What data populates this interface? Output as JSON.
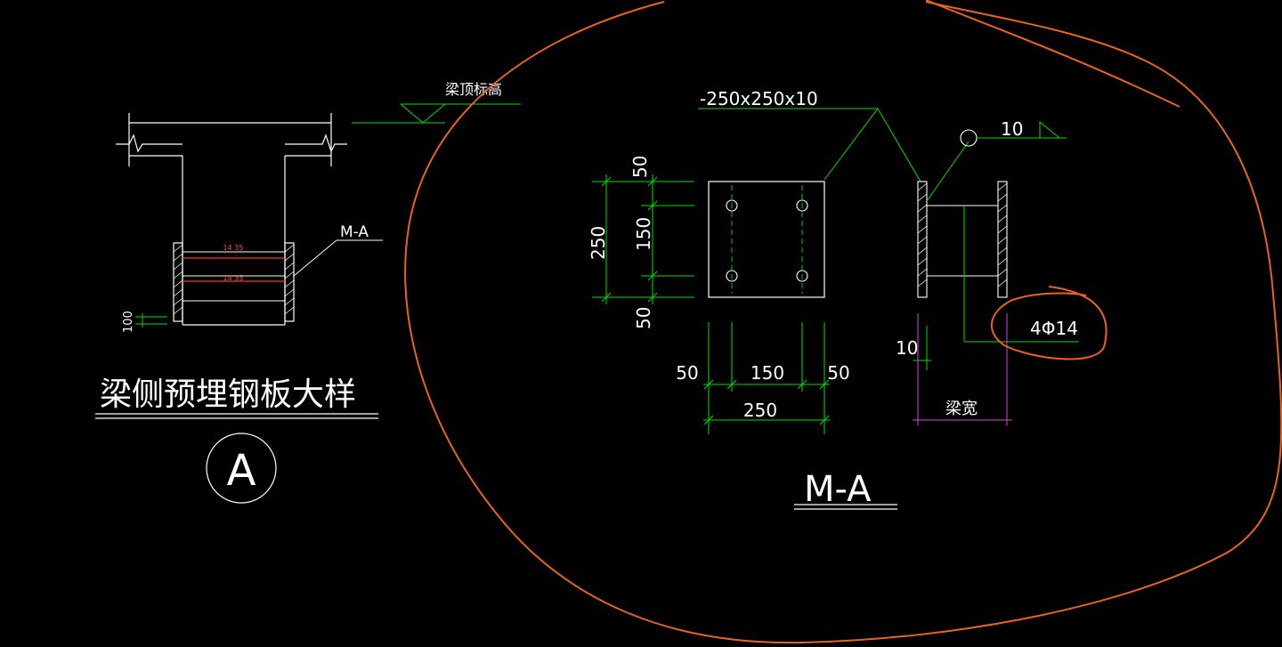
{
  "colors": {
    "background": "#000000",
    "outline": "#ffffff",
    "dimension": "#00e000",
    "rebar": "#ff3030",
    "magenta": "#e040e0",
    "annotation": "#e8641e"
  },
  "section": {
    "beam_top_label": "梁顶标高",
    "plate_tag": "M-A",
    "bar_label_upper": "14 35",
    "bar_label_lower": "14 35",
    "dim_100": "100",
    "title": "梁侧预埋钢板大样",
    "detail_marker": "A"
  },
  "plate": {
    "spec": "-250x250x10",
    "dim_top_50": "50",
    "dim_150_vertical": "150",
    "dim_bottom_50": "50",
    "dim_250_vertical": "250",
    "dim_left_50": "50",
    "dim_150_horizontal": "150",
    "dim_right_50": "50",
    "dim_250_horizontal": "250",
    "weld_size": "10",
    "rebar_spec": "4Φ14",
    "dim_thickness": "10",
    "beam_width_label": "梁宽",
    "title": "M-A"
  }
}
